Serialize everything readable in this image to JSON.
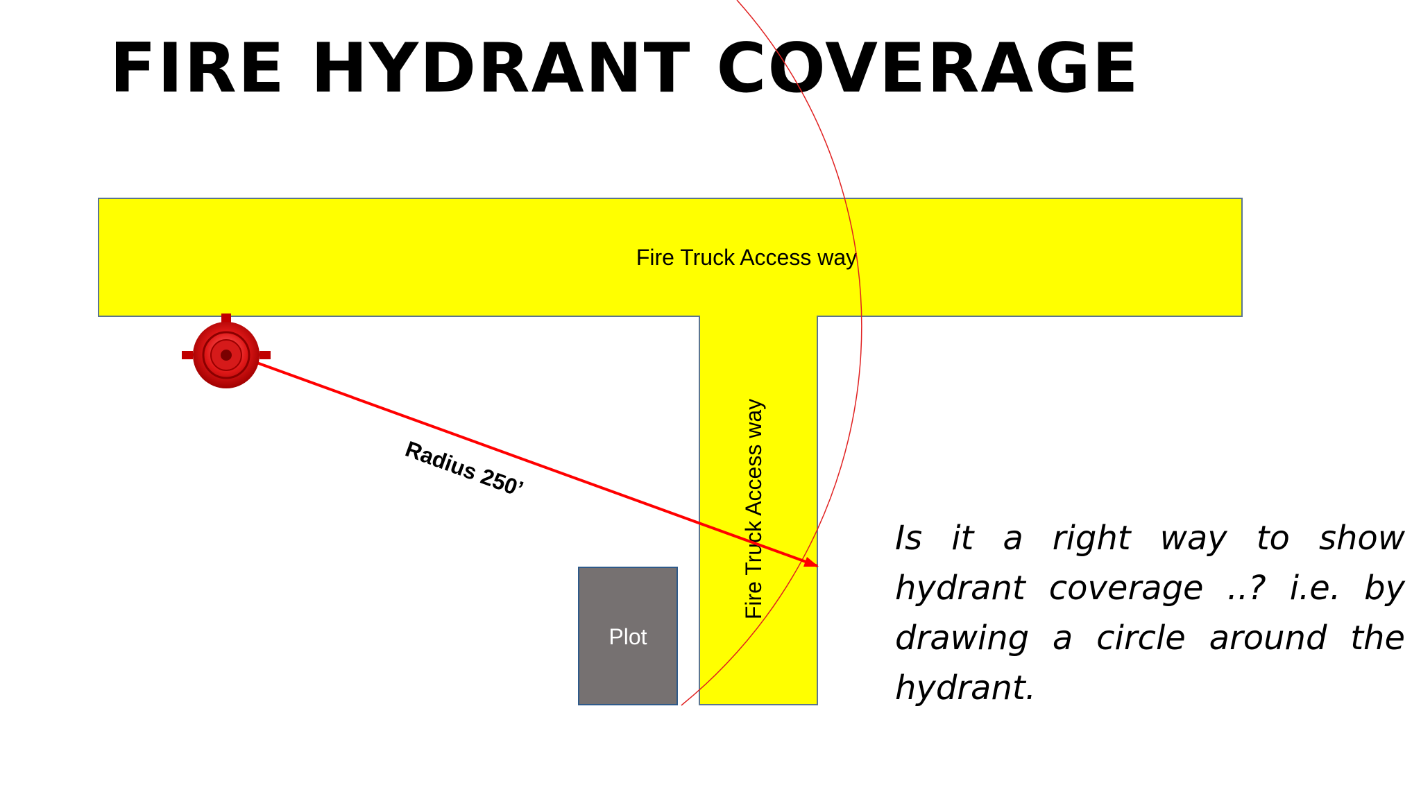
{
  "slide": {
    "title": "FIRE HYDRANT COVERAGE",
    "question": "Is it a right way to show hydrant coverage ..? i.e. by drawing a circle around the hydrant."
  },
  "diagram": {
    "horizontal_road_label": "Fire Truck Access way",
    "vertical_road_label": "Fire Truck Access way",
    "plot_label": "Plot",
    "radius_label": "Radius 250’",
    "colors": {
      "road": "#ffff00",
      "road_border": "#5b7590",
      "plot": "#767171",
      "plot_border": "#2e5a8a",
      "radius_arrow": "#ff0000",
      "coverage_circle": "#e02020",
      "hydrant": "#cc0000"
    },
    "icons": {
      "hydrant": "fire-hydrant-icon"
    }
  }
}
